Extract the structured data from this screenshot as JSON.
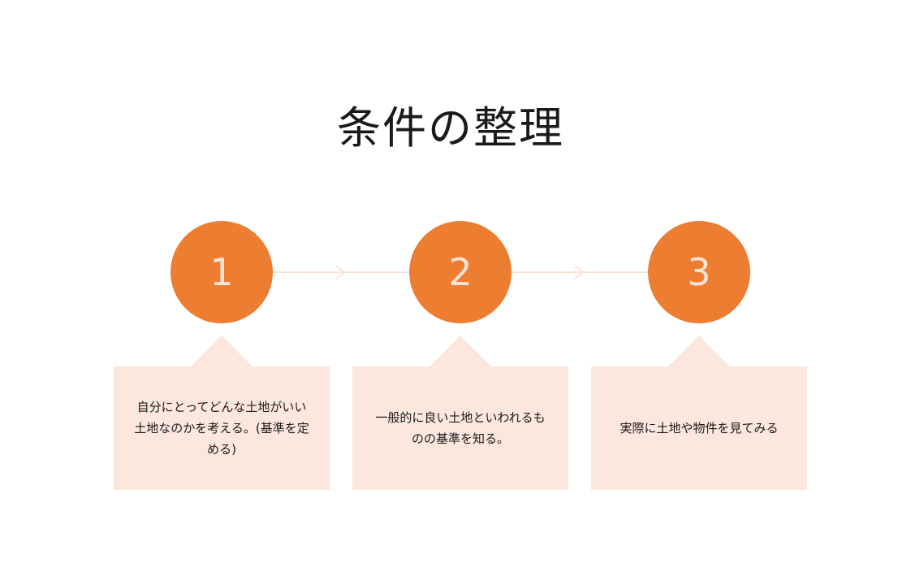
{
  "slide": {
    "title": "条件の整理",
    "colors": {
      "accent": "#ed7d31",
      "accent_light": "#fbe7dc",
      "connector": "#fbe3d6",
      "number_text": "#fbe3d6"
    },
    "steps": [
      {
        "number": "1",
        "text": "自分にとってどんな土地がいい土地なのかを考える。(基準を定める)"
      },
      {
        "number": "2",
        "text": "一般的に良い土地といわれるものの基準を知る。"
      },
      {
        "number": "3",
        "text": "実際に土地や物件を見てみる"
      }
    ]
  }
}
